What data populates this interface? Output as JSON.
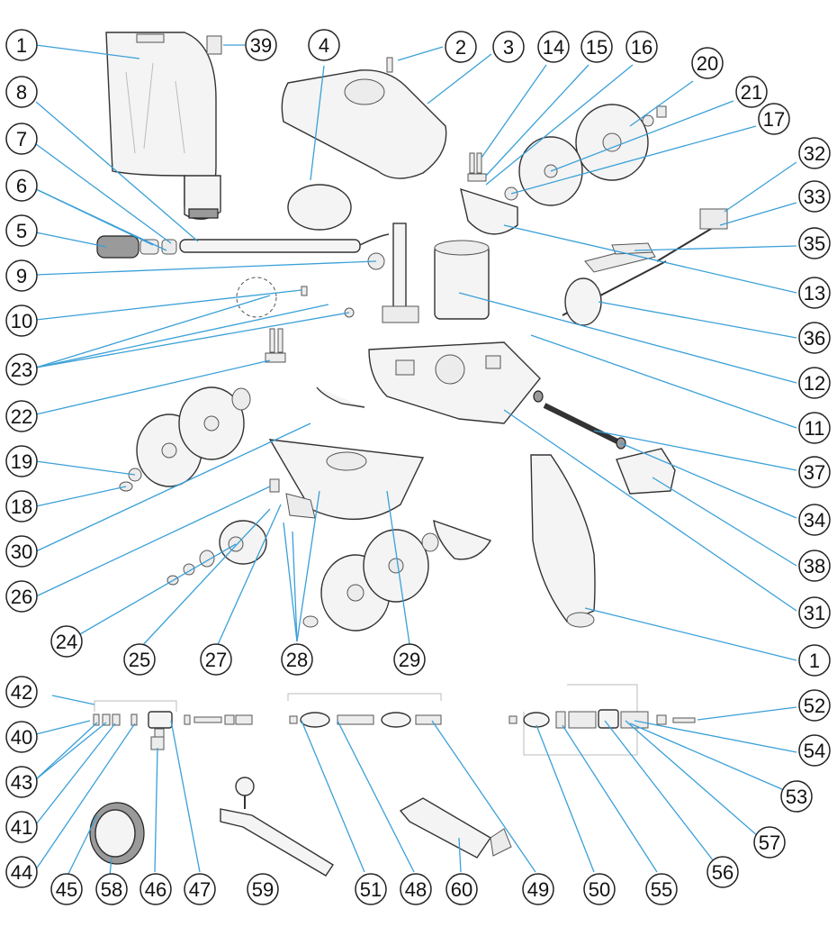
{
  "colors": {
    "leader": "#3aa0d8",
    "outline": "#222222",
    "fill": "#f4f4f4"
  },
  "callouts": [
    {
      "id": "c1a",
      "text": "1"
    },
    {
      "id": "c39",
      "text": "39"
    },
    {
      "id": "c4",
      "text": "4"
    },
    {
      "id": "c2",
      "text": "2"
    },
    {
      "id": "c3",
      "text": "3"
    },
    {
      "id": "c14",
      "text": "14"
    },
    {
      "id": "c15",
      "text": "15"
    },
    {
      "id": "c16",
      "text": "16"
    },
    {
      "id": "c20",
      "text": "20"
    },
    {
      "id": "c8",
      "text": "8"
    },
    {
      "id": "c21",
      "text": "21"
    },
    {
      "id": "c17",
      "text": "17"
    },
    {
      "id": "c7",
      "text": "7"
    },
    {
      "id": "c32",
      "text": "32"
    },
    {
      "id": "c6",
      "text": "6"
    },
    {
      "id": "c33",
      "text": "33"
    },
    {
      "id": "c5",
      "text": "5"
    },
    {
      "id": "c35",
      "text": "35"
    },
    {
      "id": "c9",
      "text": "9"
    },
    {
      "id": "c13",
      "text": "13"
    },
    {
      "id": "c10",
      "text": "10"
    },
    {
      "id": "c36",
      "text": "36"
    },
    {
      "id": "c23",
      "text": "23"
    },
    {
      "id": "c12",
      "text": "12"
    },
    {
      "id": "c22",
      "text": "22"
    },
    {
      "id": "c11",
      "text": "11"
    },
    {
      "id": "c19",
      "text": "19"
    },
    {
      "id": "c37",
      "text": "37"
    },
    {
      "id": "c18",
      "text": "18"
    },
    {
      "id": "c34",
      "text": "34"
    },
    {
      "id": "c30",
      "text": "30"
    },
    {
      "id": "c38",
      "text": "38"
    },
    {
      "id": "c26",
      "text": "26"
    },
    {
      "id": "c31",
      "text": "31"
    },
    {
      "id": "c24",
      "text": "24"
    },
    {
      "id": "c25",
      "text": "25"
    },
    {
      "id": "c27",
      "text": "27"
    },
    {
      "id": "c28",
      "text": "28"
    },
    {
      "id": "c29",
      "text": "29"
    },
    {
      "id": "c1b",
      "text": "1"
    },
    {
      "id": "c42",
      "text": "42"
    },
    {
      "id": "c52",
      "text": "52"
    },
    {
      "id": "c40",
      "text": "40"
    },
    {
      "id": "c54",
      "text": "54"
    },
    {
      "id": "c43",
      "text": "43"
    },
    {
      "id": "c53",
      "text": "53"
    },
    {
      "id": "c41",
      "text": "41"
    },
    {
      "id": "c57",
      "text": "57"
    },
    {
      "id": "c44",
      "text": "44"
    },
    {
      "id": "c56",
      "text": "56"
    },
    {
      "id": "c45",
      "text": "45"
    },
    {
      "id": "c58",
      "text": "58"
    },
    {
      "id": "c46",
      "text": "46"
    },
    {
      "id": "c47",
      "text": "47"
    },
    {
      "id": "c59",
      "text": "59"
    },
    {
      "id": "c51",
      "text": "51"
    },
    {
      "id": "c48",
      "text": "48"
    },
    {
      "id": "c60",
      "text": "60"
    },
    {
      "id": "c49",
      "text": "49"
    },
    {
      "id": "c50",
      "text": "50"
    },
    {
      "id": "c55",
      "text": "55"
    }
  ]
}
